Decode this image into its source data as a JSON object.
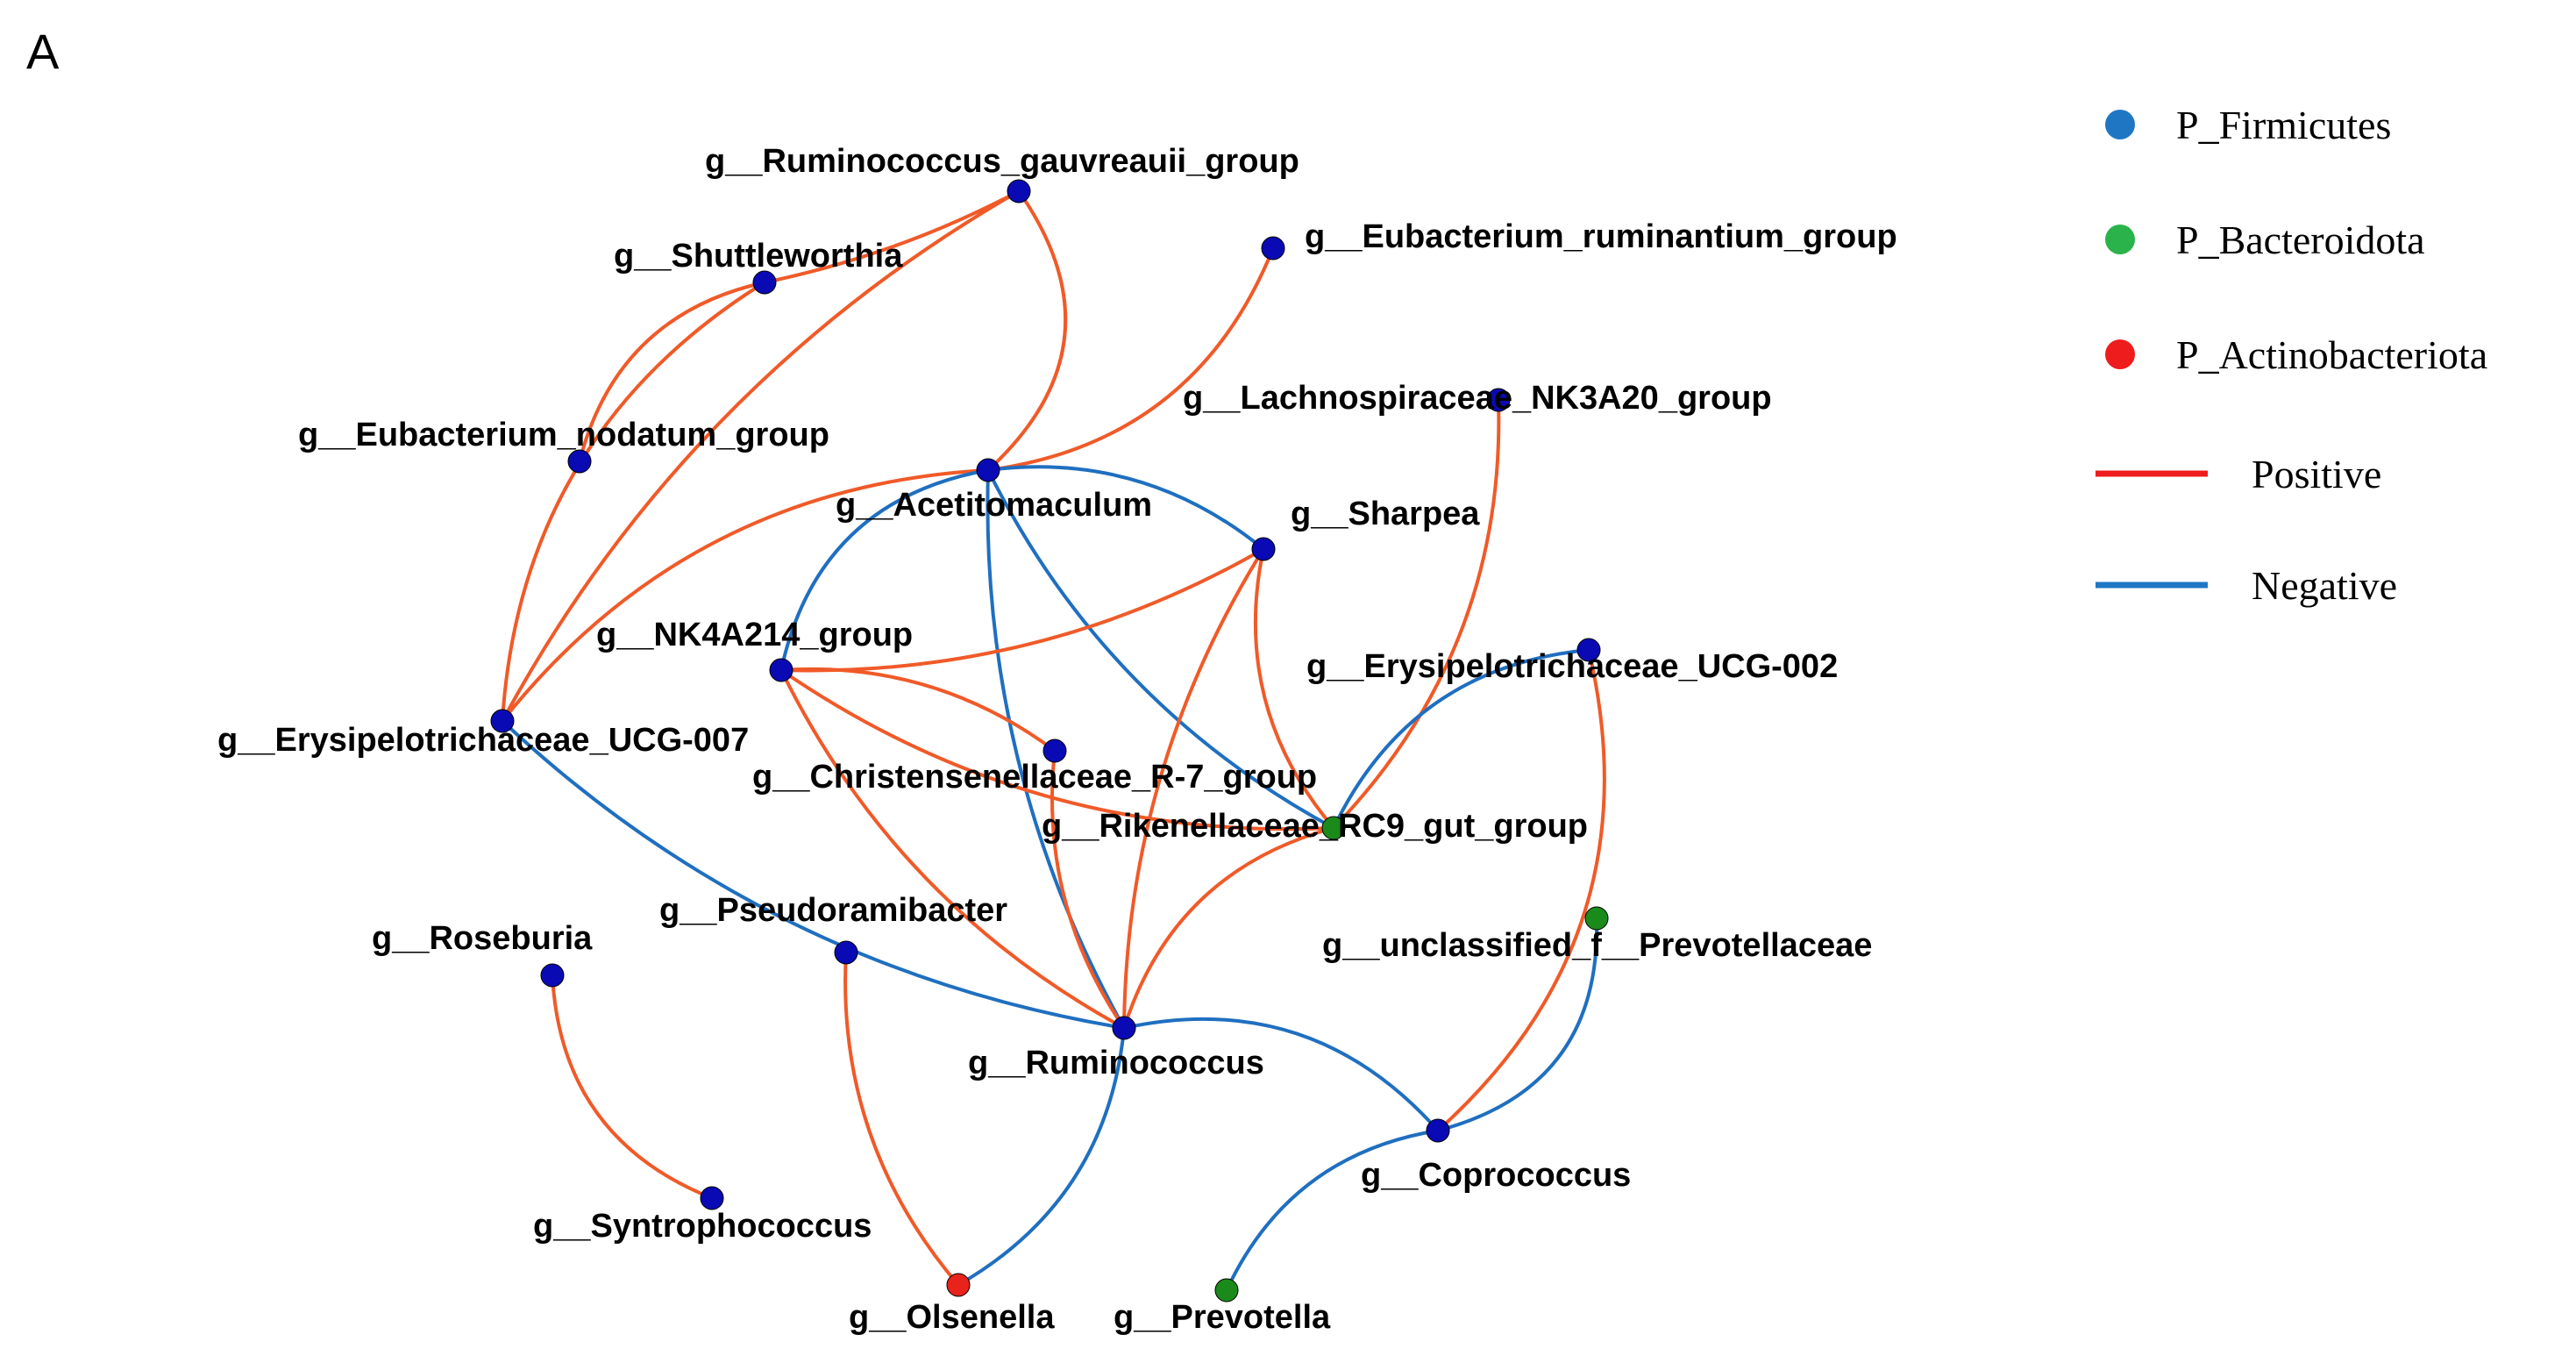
{
  "panel_label": "A",
  "colors": {
    "firmicutes_node": "#0a0ab4",
    "bacteroidota_node": "#1a8a1a",
    "actinobacteriota_node": "#e8231c",
    "positive_edge": "#f05a28",
    "negative_edge": "#1f6fc0",
    "legend_firmicutes": "#1f77c4",
    "legend_bacteroidota": "#2ab34a",
    "legend_actinobacteriota": "#ee1c1c",
    "legend_positive": "#ee1c1c",
    "legend_negative": "#1f77c4"
  },
  "legend": {
    "phyla": [
      {
        "key": "firmicutes",
        "label": "P_Firmicutes"
      },
      {
        "key": "bacteroidota",
        "label": "P_Bacteroidota"
      },
      {
        "key": "actinobacteriota",
        "label": "P_Actinobacteriota"
      }
    ],
    "edges": [
      {
        "key": "positive",
        "label": "Positive"
      },
      {
        "key": "negative",
        "label": "Negative"
      }
    ]
  },
  "nodes": [
    {
      "id": "ruminococcus_gauvreauii",
      "label": "g__Ruminococcus_gauvreauii_group",
      "phylum": "firmicutes"
    },
    {
      "id": "shuttleworthia",
      "label": "g__Shuttleworthia",
      "phylum": "firmicutes"
    },
    {
      "id": "eubacterium_ruminantium",
      "label": "g__Eubacterium_ruminantium_group",
      "phylum": "firmicutes"
    },
    {
      "id": "lachnospiraceae_nk3a20",
      "label": "g__Lachnospiraceae_NK3A20_group",
      "phylum": "firmicutes"
    },
    {
      "id": "eubacterium_nodatum",
      "label": "g__Eubacterium_nodatum_group",
      "phylum": "firmicutes"
    },
    {
      "id": "acetitomaculum",
      "label": "g__Acetitomaculum",
      "phylum": "firmicutes"
    },
    {
      "id": "sharpea",
      "label": "g__Sharpea",
      "phylum": "firmicutes"
    },
    {
      "id": "nk4a214",
      "label": "g__NK4A214_group",
      "phylum": "firmicutes"
    },
    {
      "id": "erysipelotrichaceae_ucg002",
      "label": "g__Erysipelotrichaceae_UCG-002",
      "phylum": "firmicutes"
    },
    {
      "id": "erysipelotrichaceae_ucg007",
      "label": "g__Erysipelotrichaceae_UCG-007",
      "phylum": "firmicutes"
    },
    {
      "id": "christensenellaceae",
      "label": "g__Christensenellaceae_R-7_group",
      "phylum": "firmicutes"
    },
    {
      "id": "rikenellaceae",
      "label": "g__Rikenellaceae_RC9_gut_group",
      "phylum": "bacteroidota"
    },
    {
      "id": "pseudoramibacter",
      "label": "g__Pseudoramibacter",
      "phylum": "firmicutes"
    },
    {
      "id": "roseburia",
      "label": "g__Roseburia",
      "phylum": "firmicutes"
    },
    {
      "id": "unclassified_prevotellaceae",
      "label": "g__unclassified_f__Prevotellaceae",
      "phylum": "bacteroidota"
    },
    {
      "id": "ruminococcus",
      "label": "g__Ruminococcus",
      "phylum": "firmicutes"
    },
    {
      "id": "coprococcus",
      "label": "g__Coprococcus",
      "phylum": "firmicutes"
    },
    {
      "id": "syntrophococcus",
      "label": "g__Syntrophococcus",
      "phylum": "firmicutes"
    },
    {
      "id": "olsenella",
      "label": "g__Olsenella",
      "phylum": "actinobacteriota"
    },
    {
      "id": "prevotella",
      "label": "g__Prevotella",
      "phylum": "bacteroidota"
    }
  ],
  "edges": [
    {
      "source": "ruminococcus_gauvreauii",
      "target": "shuttleworthia",
      "sign": "positive"
    },
    {
      "source": "ruminococcus_gauvreauii",
      "target": "erysipelotrichaceae_ucg007",
      "sign": "positive"
    },
    {
      "source": "ruminococcus_gauvreauii",
      "target": "acetitomaculum",
      "sign": "positive"
    },
    {
      "source": "shuttleworthia",
      "target": "eubacterium_nodatum",
      "sign": "positive"
    },
    {
      "source": "shuttleworthia",
      "target": "erysipelotrichaceae_ucg007",
      "sign": "positive"
    },
    {
      "source": "eubacterium_ruminantium",
      "target": "acetitomaculum",
      "sign": "positive"
    },
    {
      "source": "acetitomaculum",
      "target": "erysipelotrichaceae_ucg007",
      "sign": "positive"
    },
    {
      "source": "acetitomaculum",
      "target": "nk4a214",
      "sign": "negative"
    },
    {
      "source": "acetitomaculum",
      "target": "sharpea",
      "sign": "negative"
    },
    {
      "source": "acetitomaculum",
      "target": "rikenellaceae",
      "sign": "negative"
    },
    {
      "source": "acetitomaculum",
      "target": "ruminococcus",
      "sign": "negative"
    },
    {
      "source": "sharpea",
      "target": "nk4a214",
      "sign": "positive"
    },
    {
      "source": "sharpea",
      "target": "rikenellaceae",
      "sign": "positive"
    },
    {
      "source": "sharpea",
      "target": "ruminococcus",
      "sign": "positive"
    },
    {
      "source": "nk4a214",
      "target": "christensenellaceae",
      "sign": "positive"
    },
    {
      "source": "nk4a214",
      "target": "rikenellaceae",
      "sign": "positive"
    },
    {
      "source": "nk4a214",
      "target": "ruminococcus",
      "sign": "positive"
    },
    {
      "source": "christensenellaceae",
      "target": "ruminococcus",
      "sign": "positive"
    },
    {
      "source": "lachnospiraceae_nk3a20",
      "target": "rikenellaceae",
      "sign": "positive"
    },
    {
      "source": "erysipelotrichaceae_ucg002",
      "target": "rikenellaceae",
      "sign": "negative"
    },
    {
      "source": "erysipelotrichaceae_ucg002",
      "target": "coprococcus",
      "sign": "positive"
    },
    {
      "source": "rikenellaceae",
      "target": "ruminococcus",
      "sign": "positive"
    },
    {
      "source": "erysipelotrichaceae_ucg007",
      "target": "ruminococcus",
      "sign": "negative"
    },
    {
      "source": "ruminococcus",
      "target": "coprococcus",
      "sign": "negative"
    },
    {
      "source": "ruminococcus",
      "target": "olsenella",
      "sign": "negative"
    },
    {
      "source": "unclassified_prevotellaceae",
      "target": "coprococcus",
      "sign": "negative"
    },
    {
      "source": "coprococcus",
      "target": "prevotella",
      "sign": "negative"
    },
    {
      "source": "roseburia",
      "target": "syntrophococcus",
      "sign": "positive"
    },
    {
      "source": "pseudoramibacter",
      "target": "olsenella",
      "sign": "positive"
    }
  ]
}
